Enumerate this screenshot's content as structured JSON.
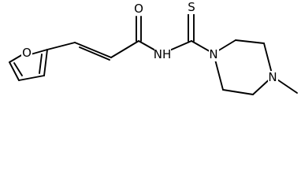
{
  "molecule": {
    "atoms": {
      "furan_oxygen": "O",
      "carbonyl_oxygen": "O",
      "thione_sulfur": "S",
      "amide_nitrogen": "NH",
      "piperazine_n1": "N",
      "piperazine_n4": "N"
    }
  },
  "colors": {
    "background": "#ffffff",
    "bond": "#000000",
    "text": "#000000"
  }
}
